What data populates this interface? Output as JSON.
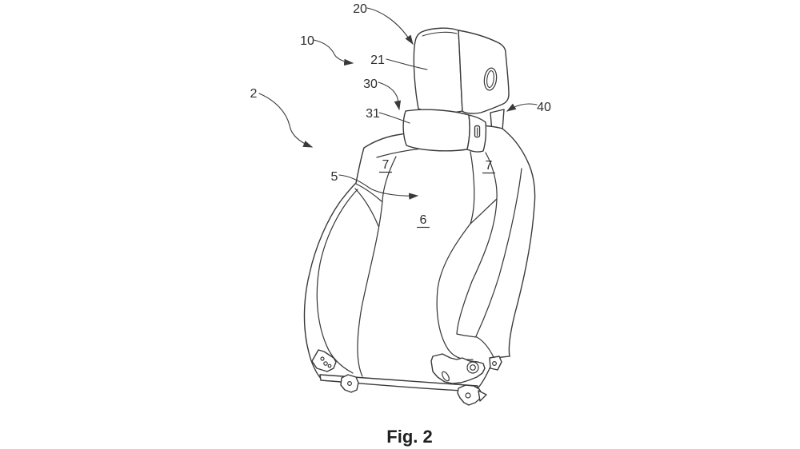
{
  "figure": {
    "caption": "Fig. 2",
    "drawing_type": "patent-line-drawing-vehicle-seat",
    "reference_labels": [
      {
        "id": "20",
        "text": "20",
        "underlined": false,
        "has_arrow": true
      },
      {
        "id": "10",
        "text": "10",
        "underlined": false,
        "has_arrow": true
      },
      {
        "id": "21",
        "text": "21",
        "underlined": false,
        "has_arrow": false
      },
      {
        "id": "30",
        "text": "30",
        "underlined": false,
        "has_arrow": true
      },
      {
        "id": "31",
        "text": "31",
        "underlined": false,
        "has_arrow": false
      },
      {
        "id": "2",
        "text": "2",
        "underlined": false,
        "has_arrow": true
      },
      {
        "id": "40",
        "text": "40",
        "underlined": false,
        "has_arrow": true
      },
      {
        "id": "5",
        "text": "5",
        "underlined": false,
        "has_arrow": true
      },
      {
        "id": "7-left",
        "text": "7",
        "underlined": true,
        "has_arrow": false
      },
      {
        "id": "7-right",
        "text": "7",
        "underlined": true,
        "has_arrow": false
      },
      {
        "id": "6",
        "text": "6",
        "underlined": true,
        "has_arrow": false
      }
    ]
  },
  "colors": {
    "line": "#3a3a3a",
    "background": "#ffffff",
    "text": "#2e2e2e"
  }
}
